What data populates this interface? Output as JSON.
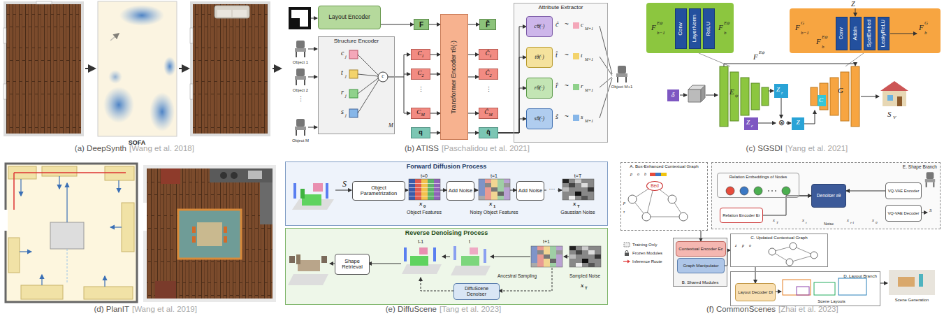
{
  "diagram": {
    "nodes": [
      {
        "text": [
          "Layout Encoder"
        ]
      },
      {
        "text": [
          "F"
        ]
      },
      {
        "text": [
          "Structure Encoder"
        ]
      },
      {
        "text": [
          "C",
          "1"
        ]
      },
      {
        "text": [
          "C",
          "2"
        ]
      },
      {
        "text": [
          "C",
          "M"
        ]
      },
      {
        "text": [
          "q"
        ]
      },
      {
        "text": [
          "Transformer Encoder τθ(·)"
        ]
      },
      {
        "text": [
          "F̃"
        ]
      },
      {
        "text": [
          "Ĉ",
          "1"
        ]
      },
      {
        "text": [
          "Ĉ",
          "2"
        ]
      },
      {
        "text": [
          "Ĉ",
          "M"
        ]
      },
      {
        "text": [
          "q̂"
        ]
      },
      {
        "text": [
          "Attribute Extractor"
        ]
      },
      {
        "text": [
          "cθ(·)"
        ],
        "in": 13
      },
      {
        "text": [
          "tθ(·)"
        ],
        "in": 13
      },
      {
        "text": [
          "rθ(·)"
        ],
        "in": 13
      },
      {
        "text": [
          "sθ(·)"
        ],
        "in": 13
      },
      {
        "text": [
          "Conv"
        ]
      },
      {
        "text": [
          "LayerNorm"
        ]
      },
      {
        "text": [
          "ReLU"
        ]
      },
      {
        "text": [
          "Conv"
        ]
      },
      {
        "text": [
          "AdaIn"
        ]
      },
      {
        "text": [
          "SpatEmbed"
        ]
      },
      {
        "text": [
          "LeakyReLU"
        ]
      },
      {
        "text": [
          "Forward Diffusion Process"
        ]
      },
      {
        "text": [
          "Object Parametrization"
        ],
        "in": 25
      },
      {
        "text": [
          "Add Noise"
        ],
        "in": 25
      },
      {
        "text": [
          "Add Noise"
        ],
        "in": 25
      },
      {
        "text": [
          "Reverse Denoising Process"
        ]
      },
      {
        "text": [
          "Shape Retrieval"
        ],
        "in": 29
      },
      {
        "text": [
          "DiffuScene Denoiser"
        ],
        "in": 29
      },
      {
        "text": [
          "A. Box-Enhanced Contextual Graph"
        ]
      },
      {
        "text": [
          "Bed"
        ],
        "in": 32
      },
      {
        "text": [
          "E. Shape Branch"
        ]
      },
      {
        "text": [
          "Relation Embeddings of Nodes"
        ],
        "in": 34
      },
      {
        "text": [
          "Relation Encoder Er"
        ],
        "in": 34
      },
      {
        "text": [
          "Denoiser εθ"
        ],
        "in": 34
      },
      {
        "text": [
          "VQ-VAE Encoder"
        ],
        "in": 34
      },
      {
        "text": [
          "VQ-VAE Decoder"
        ],
        "in": 34
      },
      {
        "text": [
          "B. Shared Modules"
        ]
      },
      {
        "text": [
          "Contextual Encoder Ec"
        ],
        "in": 40
      },
      {
        "text": [
          "Graph Manipulator"
        ],
        "in": 40
      },
      {
        "text": [
          "C. Updated Contextual Graph"
        ]
      },
      {
        "text": [
          "D. Layout Branch"
        ]
      },
      {
        "text": [
          "Layout Decoder Dl"
        ],
        "in": 44
      }
    ],
    "edges": [
      {
        "from": 0,
        "to": 1,
        "arrow": "to"
      },
      {
        "from": 1,
        "to": 7,
        "arrow": "to"
      },
      {
        "from": 3,
        "to": 7,
        "arrow": "to"
      },
      {
        "from": 4,
        "to": 7,
        "arrow": "to"
      },
      {
        "from": 5,
        "to": 7,
        "arrow": "to"
      },
      {
        "from": 6,
        "to": 7,
        "arrow": "to"
      },
      {
        "from": 7,
        "to": 8,
        "arrow": "to"
      },
      {
        "from": 7,
        "to": 9,
        "arrow": "to"
      },
      {
        "from": 7,
        "to": 10,
        "arrow": "to"
      },
      {
        "from": 7,
        "to": 11,
        "arrow": "to"
      },
      {
        "from": 7,
        "to": 12,
        "arrow": "to"
      },
      {
        "from": 12,
        "to": 14,
        "arrow": "to"
      },
      {
        "from": 12,
        "to": 15,
        "arrow": "to"
      },
      {
        "from": 12,
        "to": 16,
        "arrow": "to"
      },
      {
        "from": 12,
        "to": 17,
        "arrow": "to"
      },
      {
        "from": 32,
        "to": 41,
        "arrow": "to"
      },
      {
        "from": 42,
        "to": 43,
        "arrow": "to"
      },
      {
        "from": 43,
        "to": 45,
        "arrow": "to"
      },
      {
        "from": 36,
        "to": 37,
        "arrow": "to"
      },
      {
        "from": 38,
        "to": 37,
        "arrow": "to"
      },
      {
        "from": 35,
        "to": 37,
        "arrow": "to"
      }
    ],
    "labels": [
      "SOFA",
      "(a) DeepSynth",
      "[Wang et al. 2018]",
      "Object 1",
      "Object 2",
      "⋮",
      "Object M",
      "c",
      "j",
      "t",
      "j",
      "r",
      "j",
      "s",
      "j",
      "c",
      "M",
      "⋮",
      "⋮",
      "ĉ",
      "~",
      "c",
      "M+1",
      "t̂",
      "~",
      "t",
      "M+1",
      "r̂",
      "~",
      "r",
      "M+1",
      "ŝ",
      "~",
      "s",
      "M+1",
      "Object M+1",
      "(b) ATISS",
      "[Paschalidou et al. 2021]",
      "F",
      "Eψ",
      "b−1",
      "F",
      "Eψ",
      "b",
      "Z",
      "F",
      "G",
      "b−1",
      "F",
      "Eψ",
      "b",
      "F",
      "G",
      "b",
      "F",
      "Eψ",
      "E",
      "ψ",
      "G",
      "C",
      "δ",
      "Z",
      "r",
      "Z",
      "c",
      "⊗",
      "Z",
      "S",
      "V",
      "(c) SGSDI",
      "[Yang et al. 2021]",
      "(d) PlanIT",
      "[Wang et al. 2019]",
      "S",
      "t=0",
      "t=1",
      "t=T",
      "x",
      "0",
      "Object Features",
      "x",
      "1",
      "Noisy Object Features",
      "···",
      "x",
      "T",
      "Gaussian Noise",
      "t-1",
      "t",
      "t+1",
      "Ancestral Sampling",
      "Sampled Noise",
      "x",
      "T",
      "(e) DiffuScene",
      "[Tang et al. 2023]",
      "p",
      "o",
      "b",
      "p",
      "τ",
      "z",
      "p",
      "o",
      "x",
      "T",
      "x",
      "t",
      "x",
      "t-1",
      "x",
      "0",
      "Noise",
      "S",
      "Scene Layouts",
      "Scene Generation",
      "(f) CommonScenes",
      "[Zhai et al. 2023]"
    ],
    "legend": [
      {
        "text": "Training Only"
      },
      {
        "text": "Frozen Modules"
      },
      {
        "text": "Inference Route"
      }
    ]
  }
}
